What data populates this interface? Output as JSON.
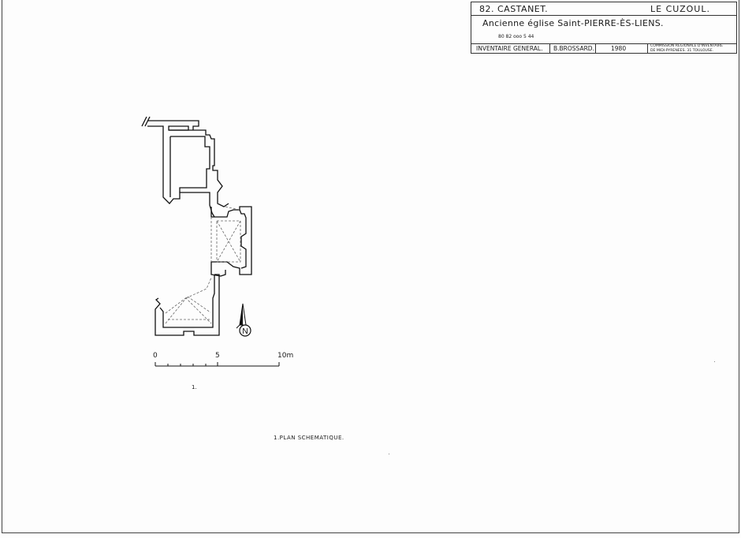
{
  "title_block": {
    "commune": "82. CASTANET.",
    "lieu_dit": "LE CUZOUL.",
    "edifice": "Ancienne église  Saint-PIERRE-ÈS-LIENS.",
    "reference": "80 82 ooo 5 44",
    "inventaire": "INVENTAIRE  GENERAL.",
    "auteur": "B.BROSSARD.",
    "annee": "1980",
    "commission_line1": "COMMISSION REGIONALE D'INVENTAIRE",
    "commission_line2": "DE MIDI-PYRENEES.    31 TOULOUSE."
  },
  "scale_bar": {
    "labels": [
      "0",
      "5",
      "10m"
    ]
  },
  "north_label": "N",
  "figure_number": "1.",
  "caption": "1.PLAN  SCHEMATIQUE."
}
